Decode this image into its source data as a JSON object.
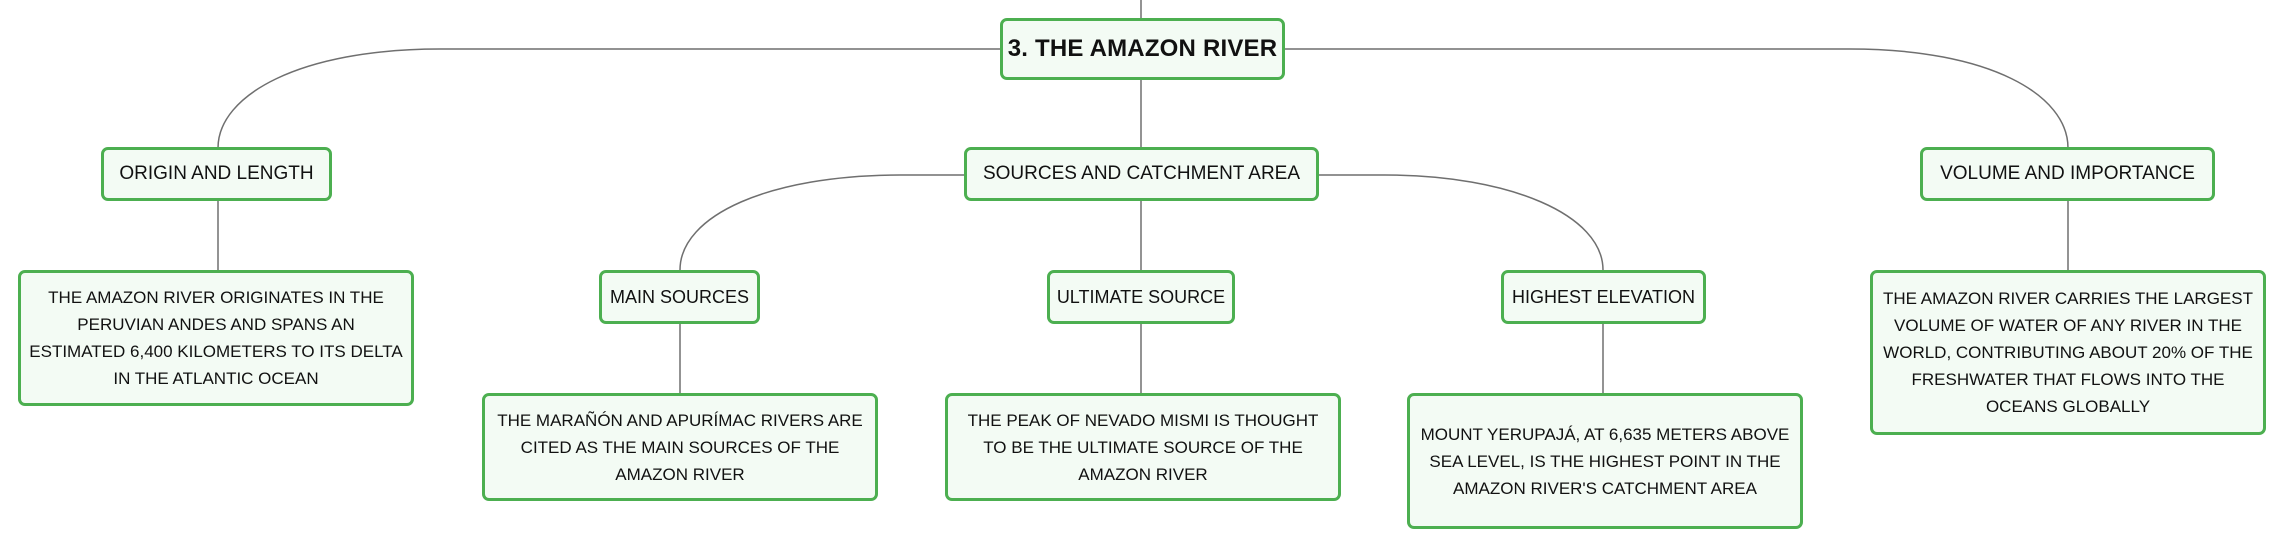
{
  "root": {
    "label": "3. THE AMAZON RIVER"
  },
  "branches": {
    "origin": {
      "label": "ORIGIN AND LENGTH"
    },
    "sources": {
      "label": "SOURCES AND CATCHMENT AREA"
    },
    "volume": {
      "label": "VOLUME AND IMPORTANCE"
    }
  },
  "subtopics": {
    "main_sources": {
      "label": "MAIN SOURCES"
    },
    "ultimate_source": {
      "label": "ULTIMATE SOURCE"
    },
    "highest_elevation": {
      "label": "HIGHEST ELEVATION"
    }
  },
  "details": {
    "origin": "THE AMAZON RIVER ORIGINATES IN THE PERUVIAN ANDES AND SPANS AN ESTIMATED 6,400 KILOMETERS TO ITS DELTA IN THE ATLANTIC OCEAN",
    "main_sources": "THE MARAÑÓN AND APURÍMAC RIVERS ARE CITED AS THE MAIN SOURCES OF THE AMAZON RIVER",
    "ultimate_source": "THE PEAK OF NEVADO MISMI IS THOUGHT TO BE THE ULTIMATE SOURCE OF THE AMAZON RIVER",
    "highest_elevation": "MOUNT YERUPAJÁ, AT 6,635 METERS ABOVE SEA LEVEL, IS THE HIGHEST POINT IN THE AMAZON RIVER'S CATCHMENT AREA",
    "volume": "THE AMAZON RIVER CARRIES THE LARGEST VOLUME OF WATER OF ANY RIVER IN THE WORLD, CONTRIBUTING ABOUT 20% OF THE FRESHWATER THAT FLOWS INTO THE OCEANS GLOBALLY"
  },
  "colors": {
    "node_border": "#4caf50",
    "node_fill": "#f3fbf4",
    "connector": "#6f6f6f"
  }
}
